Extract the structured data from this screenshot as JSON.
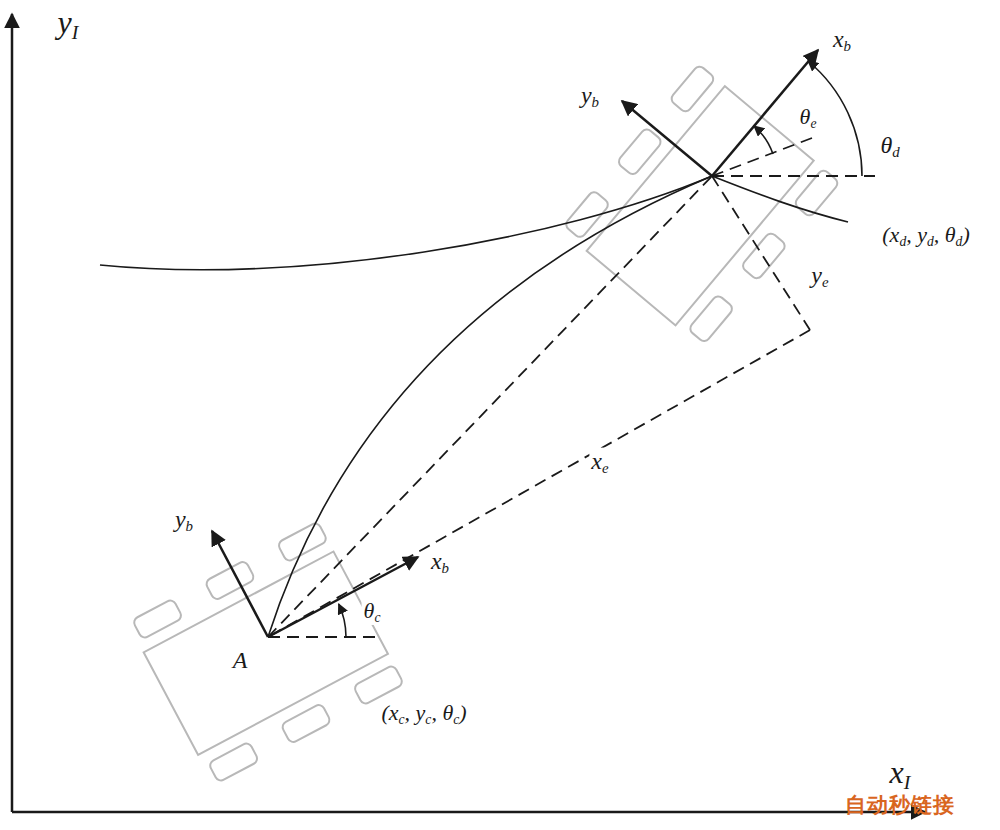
{
  "diagram": {
    "labels": [
      "yI",
      "xI",
      "yb",
      "xb",
      "θe",
      "θd",
      "(xd, yd, θd)",
      "ye",
      "xe",
      "yb",
      "xb",
      "θc",
      "A",
      "(xc, yc, θc)",
      "自动秒链接"
    ]
  }
}
